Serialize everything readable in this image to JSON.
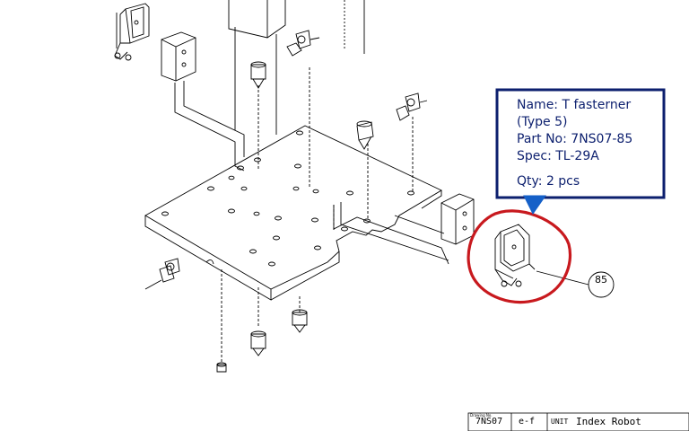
{
  "callout": {
    "name": "Name: T fasterner",
    "type": "(Type 5)",
    "part_no": "Part No: 7NS07-85",
    "spec": "Spec: TL-29A",
    "qty": "Qty: 2 pcs",
    "border_color": "#0c1f6e",
    "pointer_color": "#1560c8"
  },
  "balloon": {
    "number": "85"
  },
  "highlight": {
    "color": "#c8191e"
  },
  "title_block": {
    "drawing_no_label": "Drawing No.",
    "drawing_no": "7NS07",
    "revision": "e-f",
    "unit_label": "UNIT",
    "unit_name": "Index Robot"
  }
}
